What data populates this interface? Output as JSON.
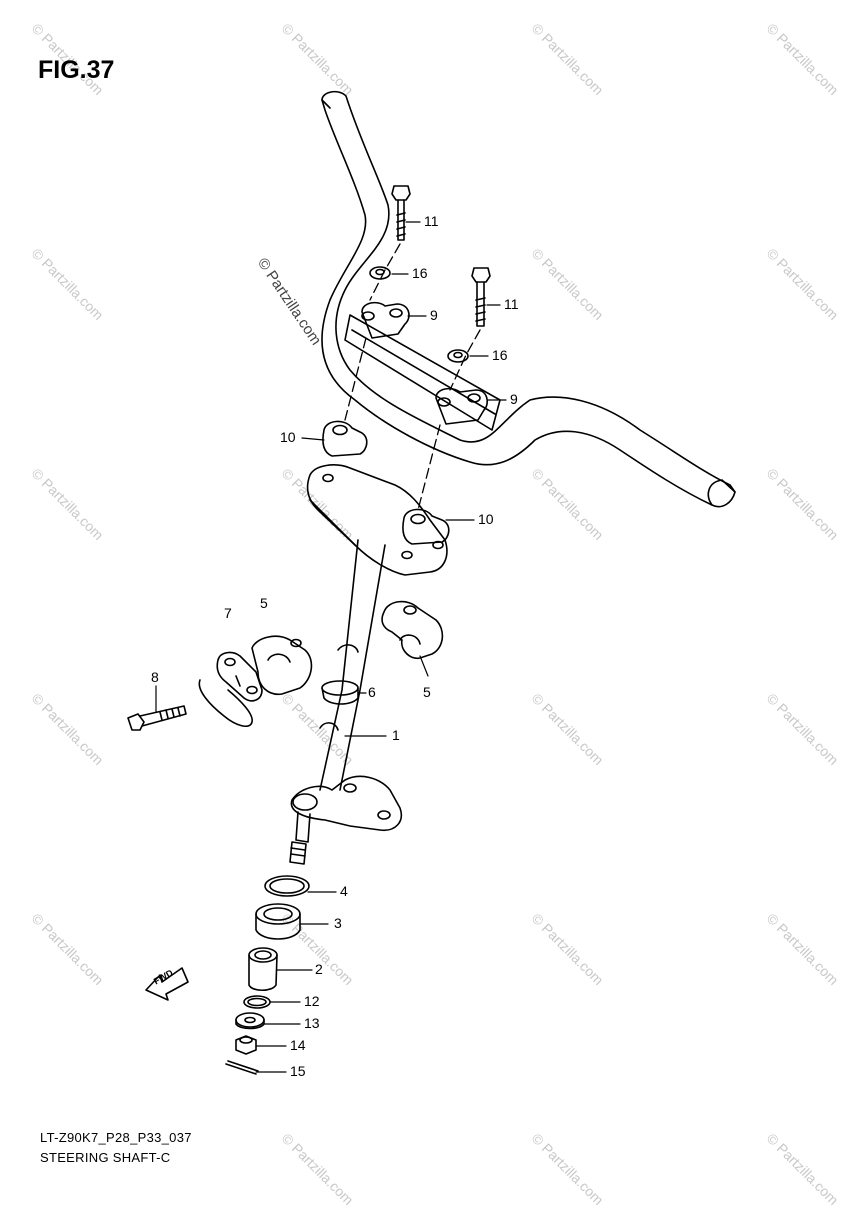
{
  "figure": {
    "title": "FIG.37",
    "code": "LT-Z90K7_P28_P33_037",
    "caption": "STEERING SHAFT-C"
  },
  "watermark": {
    "text": "© Partzilla.com"
  },
  "callouts": [
    {
      "id": "11a",
      "label": "11"
    },
    {
      "id": "16a",
      "label": "16"
    },
    {
      "id": "9a",
      "label": "9"
    },
    {
      "id": "11b",
      "label": "11"
    },
    {
      "id": "16b",
      "label": "16"
    },
    {
      "id": "9b",
      "label": "9"
    },
    {
      "id": "10a",
      "label": "10"
    },
    {
      "id": "10b",
      "label": "10"
    },
    {
      "id": "7",
      "label": "7"
    },
    {
      "id": "5a",
      "label": "5"
    },
    {
      "id": "5b",
      "label": "5"
    },
    {
      "id": "8",
      "label": "8"
    },
    {
      "id": "6",
      "label": "6"
    },
    {
      "id": "1",
      "label": "1"
    },
    {
      "id": "4",
      "label": "4"
    },
    {
      "id": "3",
      "label": "3"
    },
    {
      "id": "2",
      "label": "2"
    },
    {
      "id": "12",
      "label": "12"
    },
    {
      "id": "13",
      "label": "13"
    },
    {
      "id": "14",
      "label": "14"
    },
    {
      "id": "15",
      "label": "15"
    }
  ],
  "front_arrow": {
    "label": "FWD"
  }
}
